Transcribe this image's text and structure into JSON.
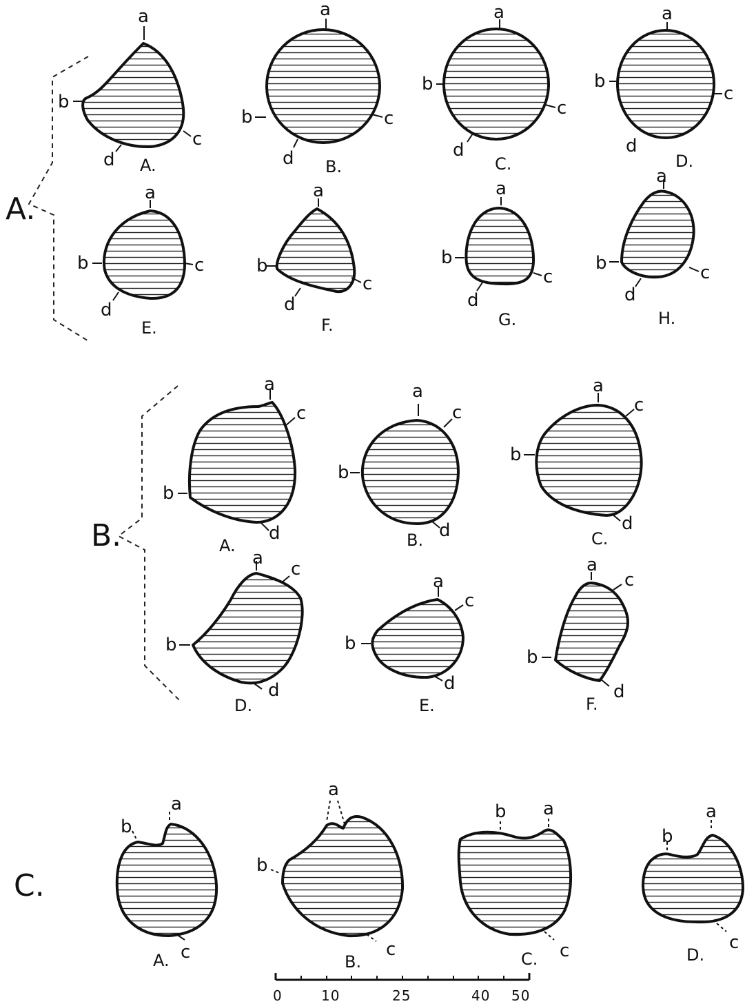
{
  "groups": [
    {
      "name": "A.",
      "captions": [
        "A.",
        "B.",
        "C.",
        "D.",
        "E.",
        "F.",
        "G.",
        "H."
      ]
    },
    {
      "name": "B.",
      "captions": [
        "A.",
        "B.",
        "C.",
        "D.",
        "E.",
        "F."
      ]
    },
    {
      "name": "C.",
      "captions": [
        "A.",
        "B.",
        "C.",
        "D."
      ]
    }
  ],
  "point_labels": {
    "a": "a",
    "b": "b",
    "c": "c",
    "d": "d"
  },
  "scale": {
    "ticks": [
      "0",
      "10",
      "25",
      "40",
      "50"
    ]
  }
}
